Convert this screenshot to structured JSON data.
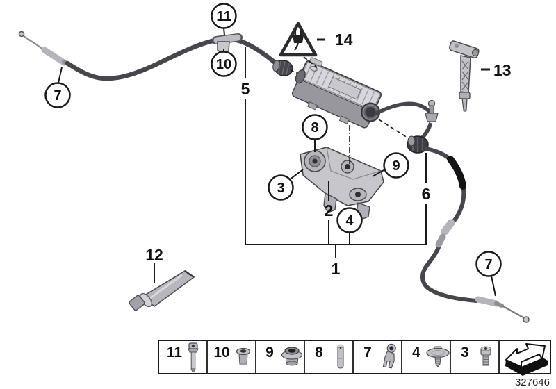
{
  "diagram": {
    "callouts": {
      "left_cable": "7",
      "cable_clamp": "11",
      "clamp_grommet": "10",
      "cable_run": "5",
      "electrical_warning": "14",
      "positioning_tool": "13",
      "bracket_screw": "8",
      "bracket_grommet": "9",
      "holder_clip": "3",
      "bracket": "2",
      "expanding_rivet": "4",
      "right_cable_run": "6",
      "assembly": "1",
      "right_cable": "7",
      "lubricant_tube": "12"
    }
  },
  "legend": {
    "cells": [
      {
        "number": "11",
        "icon": "torx-bolt-icon"
      },
      {
        "number": "10",
        "icon": "rivet-nut-icon"
      },
      {
        "number": "9",
        "icon": "grommet-icon"
      },
      {
        "number": "8",
        "icon": "stud-pin-icon"
      },
      {
        "number": "7",
        "icon": "cable-holder-icon"
      },
      {
        "number": "4",
        "icon": "expanding-rivet-icon"
      },
      {
        "number": "3",
        "icon": "torx-screw-icon"
      }
    ],
    "direction_arrow": "direction-arrow-icon"
  },
  "footer": {
    "part_number": "327646"
  }
}
